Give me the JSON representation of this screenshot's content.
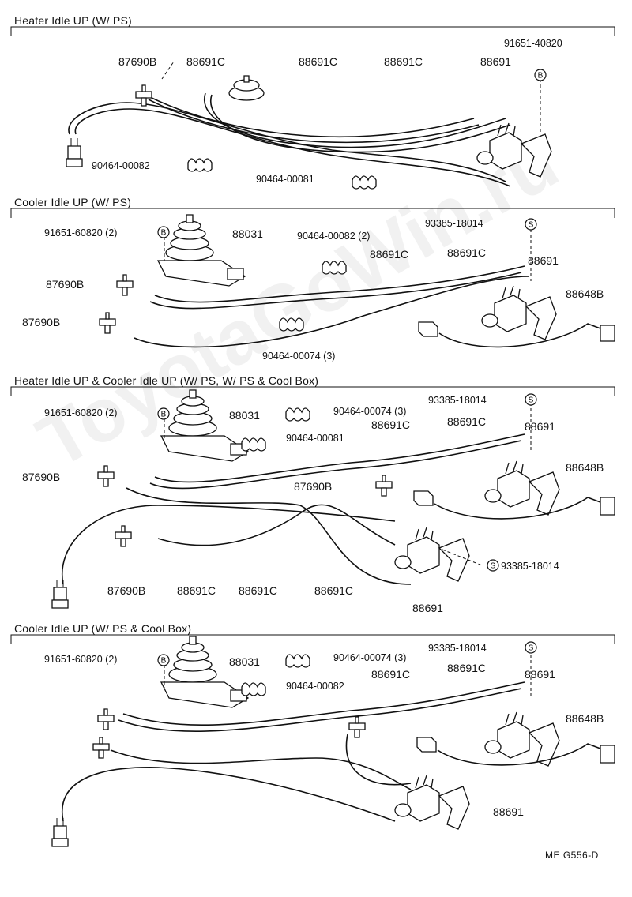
{
  "sections": [
    {
      "title": "Heater Idle UP (W/ PS)",
      "labels": {
        "a": "87690B",
        "b": "88691C",
        "c": "88691C",
        "d": "88691C",
        "e": "88691",
        "f": "91651-40820",
        "g": "90464-00082",
        "h": "90464-00081"
      }
    },
    {
      "title": "Cooler Idle UP (W/ PS)",
      "labels": {
        "a": "91651-60820 (2)",
        "b": "88031",
        "c": "90464-00082 (2)",
        "d": "93385-18014",
        "e": "88691C",
        "f": "88691C",
        "g": "88691",
        "h": "87690B",
        "i": "87690B",
        "j": "88648B",
        "k": "90464-00074 (3)"
      }
    },
    {
      "title": "Heater Idle UP & Cooler Idle UP (W/ PS, W/ PS & Cool Box)",
      "labels": {
        "a": "91651-60820 (2)",
        "b": "88031",
        "c": "90464-00074 (3)",
        "d": "93385-18014",
        "e": "90464-00081",
        "f": "88691C",
        "g": "88691C",
        "h": "88691",
        "i": "87690B",
        "j": "87690B",
        "k": "88648B",
        "l": "93385-18014",
        "m": "87690B",
        "n": "88691C",
        "o": "88691C",
        "p": "88691C",
        "q": "88691"
      }
    },
    {
      "title": "Cooler Idle UP (W/ PS & Cool Box)",
      "labels": {
        "a": "91651-60820 (2)",
        "b": "88031",
        "c": "90464-00074 (3)",
        "d": "93385-18014",
        "e": "90464-00082",
        "f": "88691C",
        "g": "88691C",
        "h": "88691",
        "i": "88648B",
        "j": "88691"
      }
    }
  ],
  "symbols": {
    "bolt": "B",
    "screw": "S"
  },
  "footer_code": "ME  G556-D",
  "watermark": "ToyotaGoWin.ru"
}
